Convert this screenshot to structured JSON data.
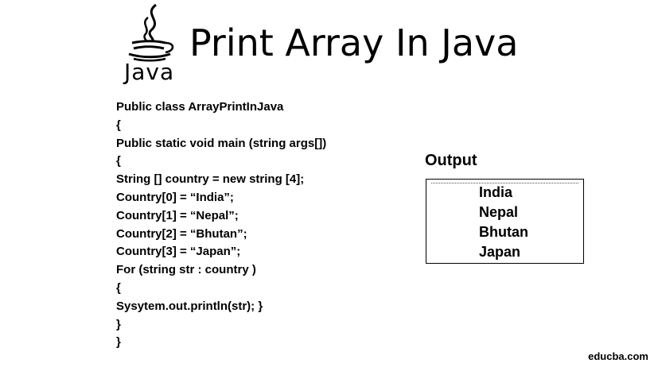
{
  "logo": {
    "icon": "java-coffee-cup-icon",
    "word": "Java"
  },
  "title": "Print Array In Java",
  "code": {
    "lines": [
      "Public class ArrayPrintInJava",
      "{",
      "Public static void main (string args[])",
      "{",
      "String [] country = new string [4];",
      "Country[0] = “India”;",
      "Country[1] = “Nepal”;",
      "Country[2] = “Bhutan”;",
      "Country[3] = “Japan”;",
      "For (string str : country )",
      "{",
      "Sysytem.out.println(str); }",
      "}",
      "}"
    ]
  },
  "output": {
    "heading": "Output",
    "items": [
      "India",
      "Nepal",
      "Bhutan",
      "Japan"
    ]
  },
  "watermark": "educba.com"
}
